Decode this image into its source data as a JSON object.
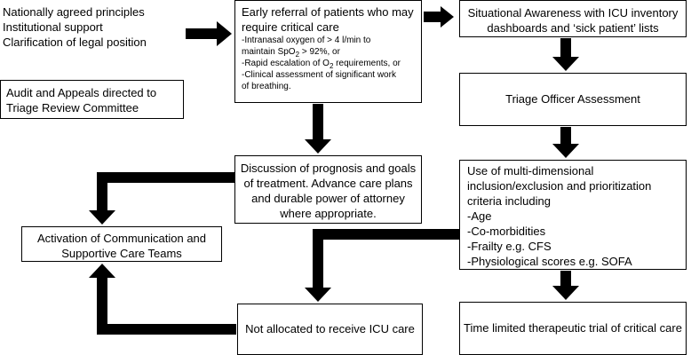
{
  "boxes": {
    "principles": {
      "lines": [
        "Nationally agreed principles",
        "Institutional support",
        "Clarification of legal position"
      ]
    },
    "audit": {
      "lines": [
        "Audit and Appeals directed to",
        "Triage Review Committee"
      ]
    },
    "early_referral": {
      "title_lines": [
        "Early referral of patients who may",
        "require critical care"
      ],
      "crit1_a": "-Intranasal oxygen of > 4 l/min to",
      "crit1_b_pre": "maintain SpO",
      "crit1_b_sub": "2",
      "crit1_b_post": " > 92%, or",
      "crit2_pre": "-Rapid escalation of O",
      "crit2_sub": "2",
      "crit2_post": " requirements, or",
      "crit3_lines": [
        "-Clinical assessment of significant work",
        "of breathing."
      ]
    },
    "situational": {
      "lines": [
        "Situational Awareness with ICU inventory",
        "dashboards and ‘sick patient’ lists"
      ]
    },
    "triage_officer": {
      "text": "Triage Officer Assessment"
    },
    "discussion": {
      "lines": [
        "Discussion of prognosis and goals",
        "of treatment. Advance care plans",
        "and durable power of attorney",
        "where appropriate."
      ]
    },
    "activation": {
      "lines": [
        "Activation of Communication and",
        "Supportive Care Teams"
      ]
    },
    "criteria": {
      "lines": [
        "Use of multi-dimensional",
        "inclusion/exclusion and prioritization",
        "criteria including",
        "-Age",
        "-Co-morbidities",
        "-Frailty e.g. CFS",
        "-Physiological scores e.g. SOFA"
      ]
    },
    "not_allocated": {
      "text": "Not allocated to receive ICU care"
    },
    "trial": {
      "text": "Time limited therapeutic trial of critical care"
    }
  },
  "colors": {
    "arrow": "#000000",
    "border": "#000000",
    "background": "#ffffff"
  }
}
